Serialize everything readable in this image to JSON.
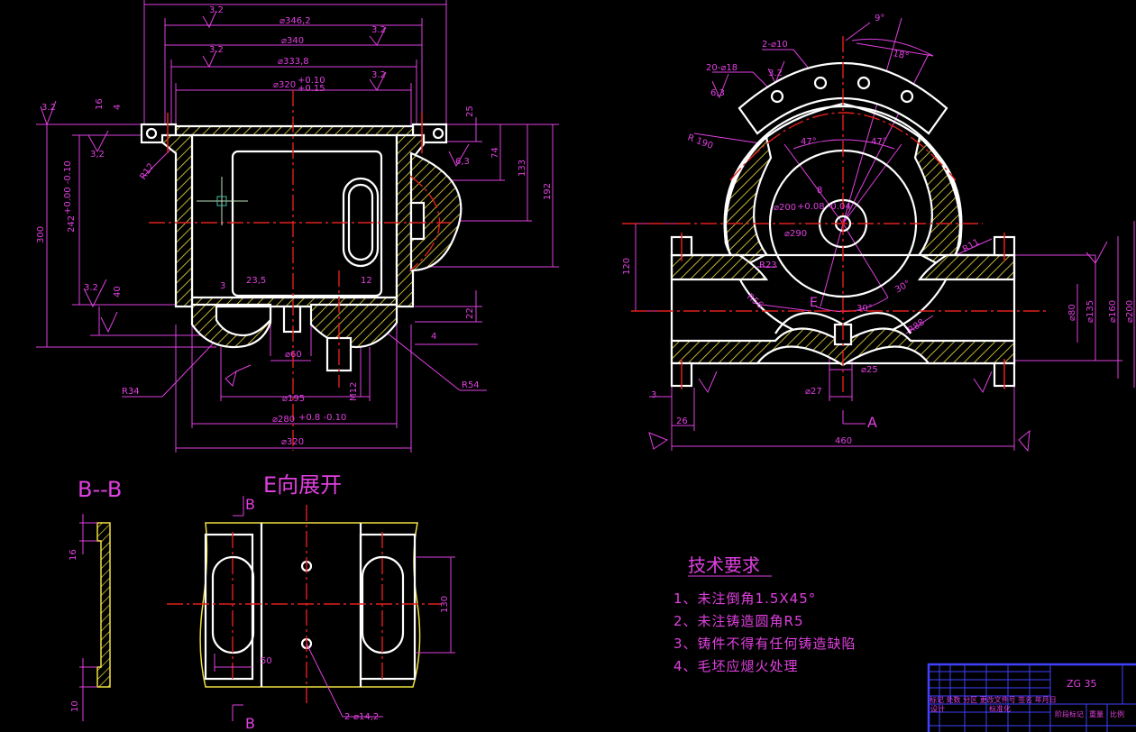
{
  "colors": {
    "background": "#000000",
    "outline": "#ffffff",
    "dimension": "#e040e0",
    "centerline": "#e0201c",
    "hatch": "#f0e040",
    "titleblock": "#4040ff"
  },
  "front_view": {
    "dims": {
      "d346": "⌀346,2",
      "d340": "⌀340",
      "d333": "⌀333,8",
      "d320tol": "⌀320",
      "tol_upper": "+0.10",
      "tol_lower": "+0.15",
      "h300": "300",
      "h242": "242",
      "h242tol": "+0.00 -0.10",
      "v16": "16",
      "v4": "4",
      "v25": "25",
      "v74": "74",
      "v133": "133",
      "v192": "192",
      "v40": "40",
      "v22": "22",
      "v4b": "4",
      "r12": "R12",
      "r34": "R34",
      "r54": "R54",
      "m12": "M12",
      "d60": "⌀60",
      "d195": "⌀195",
      "d280": "⌀280",
      "d280tol": "+0.8 -0.10",
      "d320": "⌀320",
      "w235": "23,5",
      "w12": "12",
      "w3": "3",
      "rough32a": "3.2",
      "rough32b": "3,2",
      "rough63": "6,3"
    }
  },
  "side_view": {
    "dims": {
      "ang9": "9°",
      "ang18": "18°",
      "holes2": "2-⌀10",
      "holes20": "20-⌀18",
      "r190": "R 190",
      "ang47a": "47°",
      "ang47b": "47°",
      "d200": "⌀200",
      "d200tol": "+0.08 -0.04",
      "d290": "⌀290",
      "v8": "8",
      "r23": "R23",
      "r56": "R56",
      "r88": "R88",
      "r11": "R11",
      "a30": "30°",
      "a30b": "30°",
      "e_label": "E",
      "h120": "120",
      "d80": "⌀80",
      "d135": "⌀135",
      "d160": "⌀160",
      "d200b": "⌀200",
      "d25": "⌀25",
      "d27": "⌀27",
      "w3": "3",
      "w26": "26",
      "w460": "460",
      "sec_a": "A",
      "rough63": "6,3",
      "rough32": "3.2"
    }
  },
  "section_bb": {
    "title": "B--B",
    "dims": {
      "v16": "16",
      "v10": "10"
    }
  },
  "view_e": {
    "title": "E向展开",
    "marker_b_top": "B",
    "marker_b_bottom": "B",
    "dims": {
      "w50": "50",
      "h130": "130",
      "holes": "2-⌀14,2"
    }
  },
  "tech_requirements": {
    "heading": "技术要求",
    "items": [
      "1、未注倒角1.5X45°",
      "2、未注铸造圆角R5",
      "3、铸件不得有任何铸造缺陷",
      "4、毛坯应煺火处理"
    ]
  },
  "title_block": {
    "material": "ZG 35",
    "row1": "标记 处数 分区 更改文件号 签名 年月日",
    "design": "设计",
    "standard": "标准化",
    "stage": "阶段标记",
    "weight": "重量",
    "scale": "比例"
  }
}
